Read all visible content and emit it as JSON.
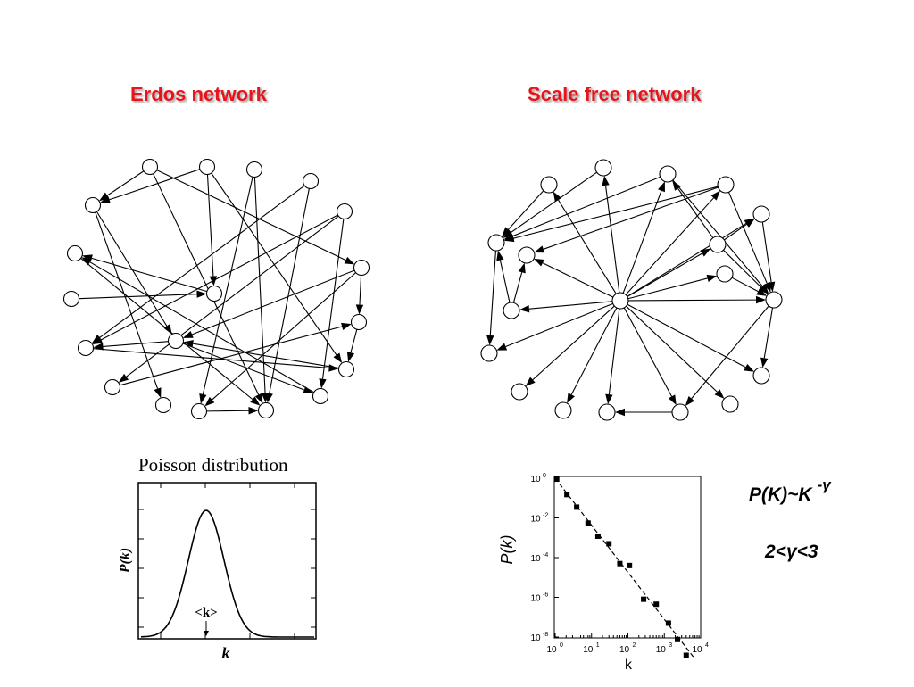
{
  "titles": {
    "erdos": "Erdos network",
    "scale_free": "Scale free network"
  },
  "poisson": {
    "title": "Poisson distribution",
    "ylabel": "P(k)",
    "xlabel": "k",
    "mean_label": "<k>"
  },
  "powerlaw": {
    "ylabel": "P(k)",
    "xlabel": "k",
    "formula_base": "P(K)~K",
    "formula_exp": "-γ",
    "range": "2<γ<3"
  },
  "chart_data": [
    {
      "type": "line",
      "title": "Poisson distribution",
      "xlabel": "k",
      "ylabel": "P(k)",
      "annotation": "<k>",
      "grid": false
    },
    {
      "type": "scatter",
      "xlabel": "k",
      "ylabel": "P(k)",
      "x_scale": "log",
      "y_scale": "log",
      "xlim": [
        1,
        10000
      ],
      "ylim": [
        1e-08,
        1
      ],
      "x_ticks": [
        "10",
        "10",
        "10",
        "10",
        "10"
      ],
      "x_tick_exps": [
        "0",
        "1",
        "2",
        "3",
        "4"
      ],
      "y_ticks": [
        "10",
        "10",
        "10",
        "10",
        "10"
      ],
      "y_tick_exps": [
        "-8",
        "-6",
        "-4",
        "-2",
        "0"
      ],
      "series": [
        {
          "x": [
            1.1,
            2.1,
            3.9,
            8.0,
            15,
            30,
            60,
            110,
            270,
            600,
            1300,
            2300,
            4000
          ],
          "y": [
            0.9,
            0.15,
            0.035,
            0.0055,
            0.0012,
            0.0005,
            5e-05,
            4e-05,
            8e-07,
            4.5e-07,
            5e-08,
            7.5e-09,
            1.2e-09
          ]
        }
      ],
      "fit_line": {
        "x": [
          1,
          6300
        ],
        "y": [
          1,
          1e-09
        ]
      }
    }
  ]
}
